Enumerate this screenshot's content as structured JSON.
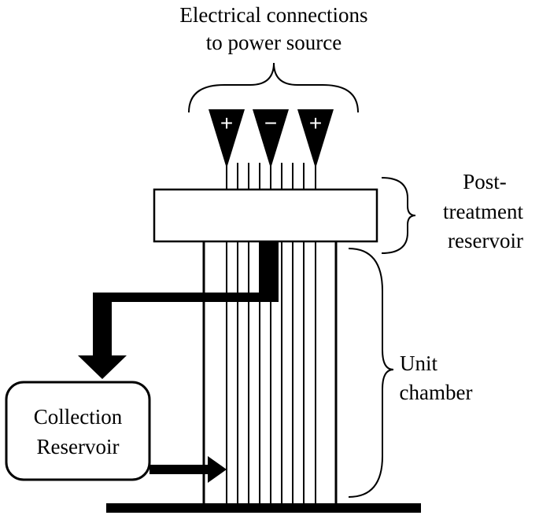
{
  "top_label": {
    "line1": "Electrical connections",
    "line2": "to power source"
  },
  "electrodes": [
    {
      "sign": "+"
    },
    {
      "sign": "−"
    },
    {
      "sign": "+"
    }
  ],
  "post_treatment": {
    "line1": "Post-",
    "line2": "treatment",
    "line3": "reservoir"
  },
  "unit_chamber": {
    "line1": "Unit",
    "line2": "chamber"
  },
  "collection": {
    "line1": "Collection",
    "line2": "Reservoir"
  },
  "colors": {
    "ink": "#000000",
    "background": "#ffffff"
  }
}
